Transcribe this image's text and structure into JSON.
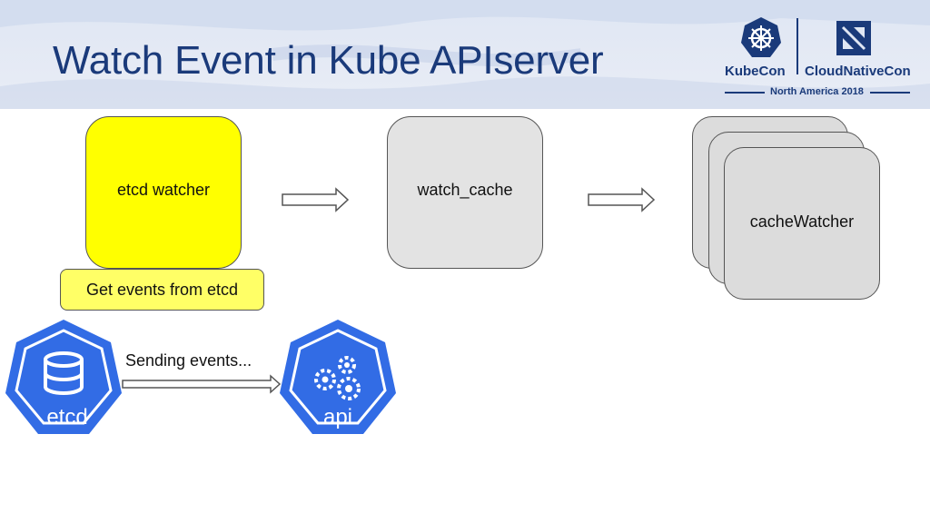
{
  "header": {
    "title": "Watch Event in Kube APIserver",
    "logos": {
      "kubecon": "KubeCon",
      "cloudnativecon": "CloudNativeCon",
      "event": "North America 2018"
    }
  },
  "diagram": {
    "etcd_watcher": "etcd watcher",
    "get_events": "Get events from etcd",
    "watch_cache": "watch_cache",
    "cache_watcher": "cacheWatcher",
    "sending_events": "Sending events...",
    "etcd_icon_label": "etcd",
    "api_icon_label": "api"
  },
  "colors": {
    "title": "#1a3a7a",
    "etcd_watcher_fill": "#ffff00",
    "label_fill": "#ffff66",
    "gray_box_fill": "#e3e3e3",
    "k8s_blue": "#326ce5"
  },
  "icons": [
    "kubecon-helm-icon",
    "cncf-icon",
    "arrow-right-icon",
    "etcd-database-icon",
    "api-gears-icon"
  ]
}
